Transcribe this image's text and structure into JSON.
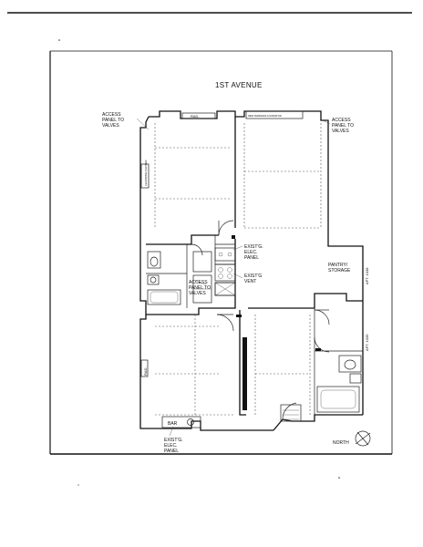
{
  "plan": {
    "street_label": "1ST AVENUE",
    "labels": {
      "access_panel_left": [
        "ACCESS",
        "PANEL TO",
        "VALVES"
      ],
      "access_panel_right": [
        "ACCESS",
        "PANEL TO",
        "VALVES"
      ],
      "access_panel_center": [
        "ACCESS",
        "PANEL TO",
        "VALVES"
      ],
      "rad_top": "RAD.",
      "rad_left": "RAD.",
      "existing_elec_panel_center": [
        "EXIST'G.",
        "ELEC.",
        "PANEL"
      ],
      "existing_vent": [
        "EXIST'G",
        "VENT"
      ],
      "pantry_storage": [
        "PANTRY/",
        "STORAGE"
      ],
      "apt_upper": "APT. 1038",
      "apt_lower": "APT. 1039",
      "bar": "BAR",
      "existing_elec_panel_bottom": [
        "EXIST'G.",
        "ELEC.",
        "PANEL"
      ],
      "north": "NORTH",
      "closet_tag": "LEARNING CENTER",
      "window_tag": "NEW TERRAZZA & RADIATOR"
    }
  }
}
